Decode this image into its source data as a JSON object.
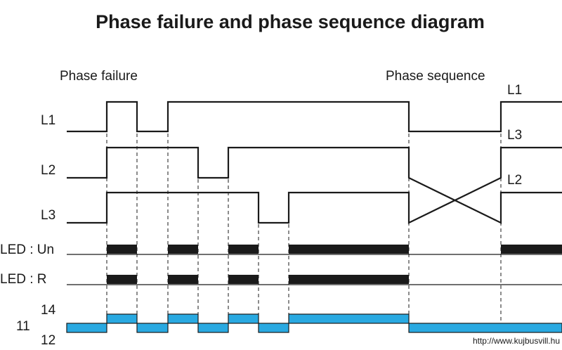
{
  "title": "Phase failure and phase sequence diagram",
  "sections": {
    "phase_failure": "Phase failure",
    "phase_sequence": "Phase sequence"
  },
  "rows": {
    "l1": "L1",
    "l2": "L2",
    "l3": "L3",
    "led_un": "LED : Un",
    "led_r": "LED : R",
    "contact_common": "11",
    "contact_14": "14",
    "contact_12": "12"
  },
  "right_labels": {
    "l1": "L1",
    "l3": "L3",
    "l2": "L2"
  },
  "watermark": "http://www.kujbusvill.hu",
  "colors": {
    "signal": "#1a1a1a",
    "relay_fill": "#29a9e1"
  }
}
